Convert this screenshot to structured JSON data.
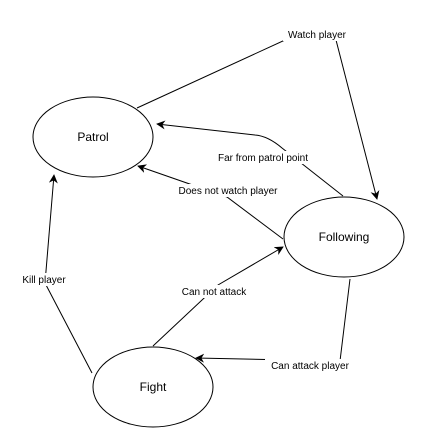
{
  "diagram": {
    "nodes": {
      "patrol": {
        "label": "Patrol"
      },
      "following": {
        "label": "Following"
      },
      "fight": {
        "label": "Fight"
      }
    },
    "edges": {
      "watch_player": {
        "from": "patrol",
        "to": "following",
        "label": "Watch player"
      },
      "far_from_patrol_point": {
        "from": "following",
        "to": "patrol",
        "label": "Far from patrol point"
      },
      "does_not_watch_player": {
        "from": "following",
        "to": "patrol",
        "label": "Does not watch player"
      },
      "can_not_attack": {
        "from": "fight",
        "to": "following",
        "label": "Can not attack"
      },
      "can_attack_player": {
        "from": "following",
        "to": "fight",
        "label": "Can attack player"
      },
      "kill_player": {
        "from": "fight",
        "to": "patrol",
        "label": "Kill player"
      }
    }
  }
}
